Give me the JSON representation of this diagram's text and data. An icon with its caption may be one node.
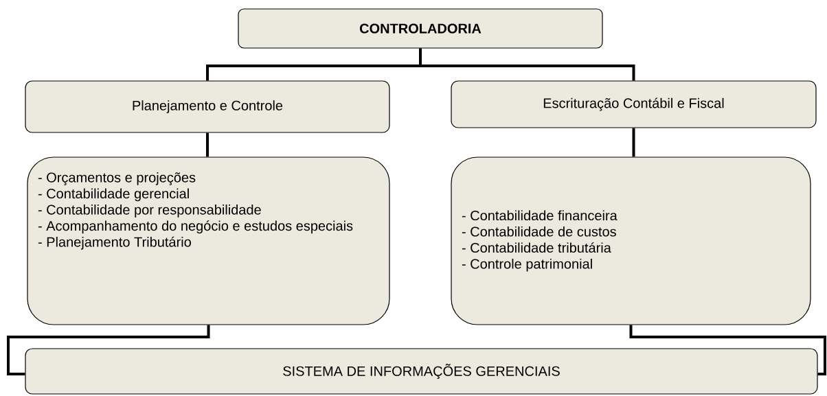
{
  "diagram": {
    "nodes": [
      {
        "text": [
          "CONTROLADORIA"
        ]
      },
      {
        "text": [
          "Planejamento e Controle"
        ]
      },
      {
        "text": [
          "Escrituração Contábil e Fiscal"
        ]
      },
      {
        "text": [
          "- Orçamentos e projeções",
          "- Contabilidade gerencial",
          "- Contabilidade por responsabilidade",
          "- Acompanhamento do negócio e estudos especiais",
          "- Planejamento Tributário"
        ]
      },
      {
        "text": [
          "- Contabilidade financeira",
          "- Contabilidade de custos",
          "- Contabilidade tributária",
          "- Controle patrimonial"
        ]
      },
      {
        "text": [
          "SISTEMA DE INFORMAÇÕES GERENCIAIS"
        ]
      }
    ],
    "edges": [
      {
        "from": 0,
        "to": 1,
        "arrow": "none"
      },
      {
        "from": 0,
        "to": 2,
        "arrow": "none"
      },
      {
        "from": 1,
        "to": 3,
        "arrow": "none"
      },
      {
        "from": 2,
        "to": 4,
        "arrow": "none"
      },
      {
        "from": 3,
        "to": 5,
        "arrow": "none"
      },
      {
        "from": 4,
        "to": 5,
        "arrow": "none"
      }
    ]
  }
}
